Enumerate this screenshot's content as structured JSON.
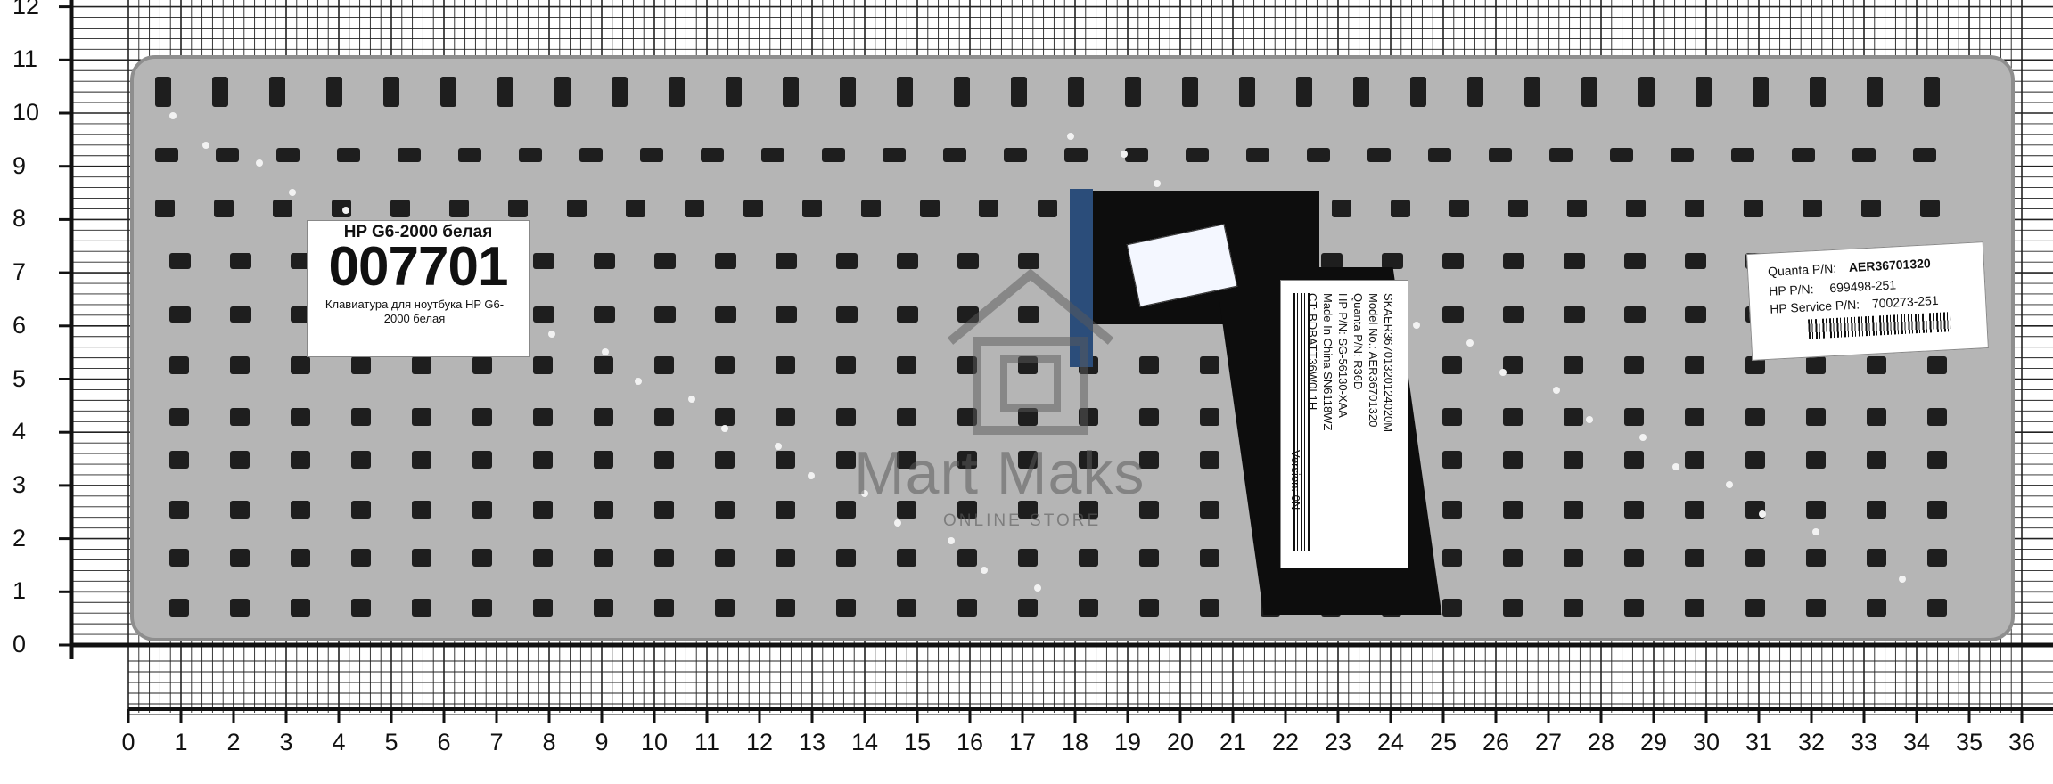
{
  "ruler": {
    "y_labels": [
      "12",
      "11",
      "10",
      "9",
      "8",
      "7",
      "6",
      "5",
      "4",
      "3",
      "2",
      "1",
      "0"
    ],
    "x_labels": [
      "0",
      "1",
      "2",
      "3",
      "4",
      "5",
      "6",
      "7",
      "8",
      "9",
      "10",
      "11",
      "12",
      "13",
      "14",
      "15",
      "16",
      "17",
      "18",
      "19",
      "20",
      "21",
      "22",
      "23",
      "24",
      "25",
      "26",
      "27",
      "28",
      "29",
      "30",
      "31",
      "32",
      "33",
      "34",
      "35",
      "36"
    ]
  },
  "product_sticker": {
    "title": "HP G6-2000 белая",
    "code": "007701",
    "description": "Клавиатура для ноутбука HP G6-2000 белая"
  },
  "center_label": {
    "lines": [
      "SKAER36701320124020M",
      "Model No.: AER36701320",
      "Quanta P/N: R36D",
      "HP P/N: SG-56130-XAA",
      "Made In China SN6118WZ",
      "CT: BDBATT36W0L1H"
    ],
    "version": "Version: 0N"
  },
  "quanta_sticker": {
    "quanta_label": "Quanta P/N:",
    "quanta_value": "AER36701320",
    "hp_label": "HP P/N:",
    "hp_value": "699498-251",
    "service_label": "HP Service P/N:",
    "service_value": "700273-251"
  },
  "watermark": {
    "name": "Mart Maks",
    "subtitle": "ONLINE STORE"
  },
  "colors": {
    "background": "#ffffff",
    "keyboard": "#b5b5b5",
    "keys": "#1e1e1e",
    "ribbon": "#0d0d0d"
  }
}
